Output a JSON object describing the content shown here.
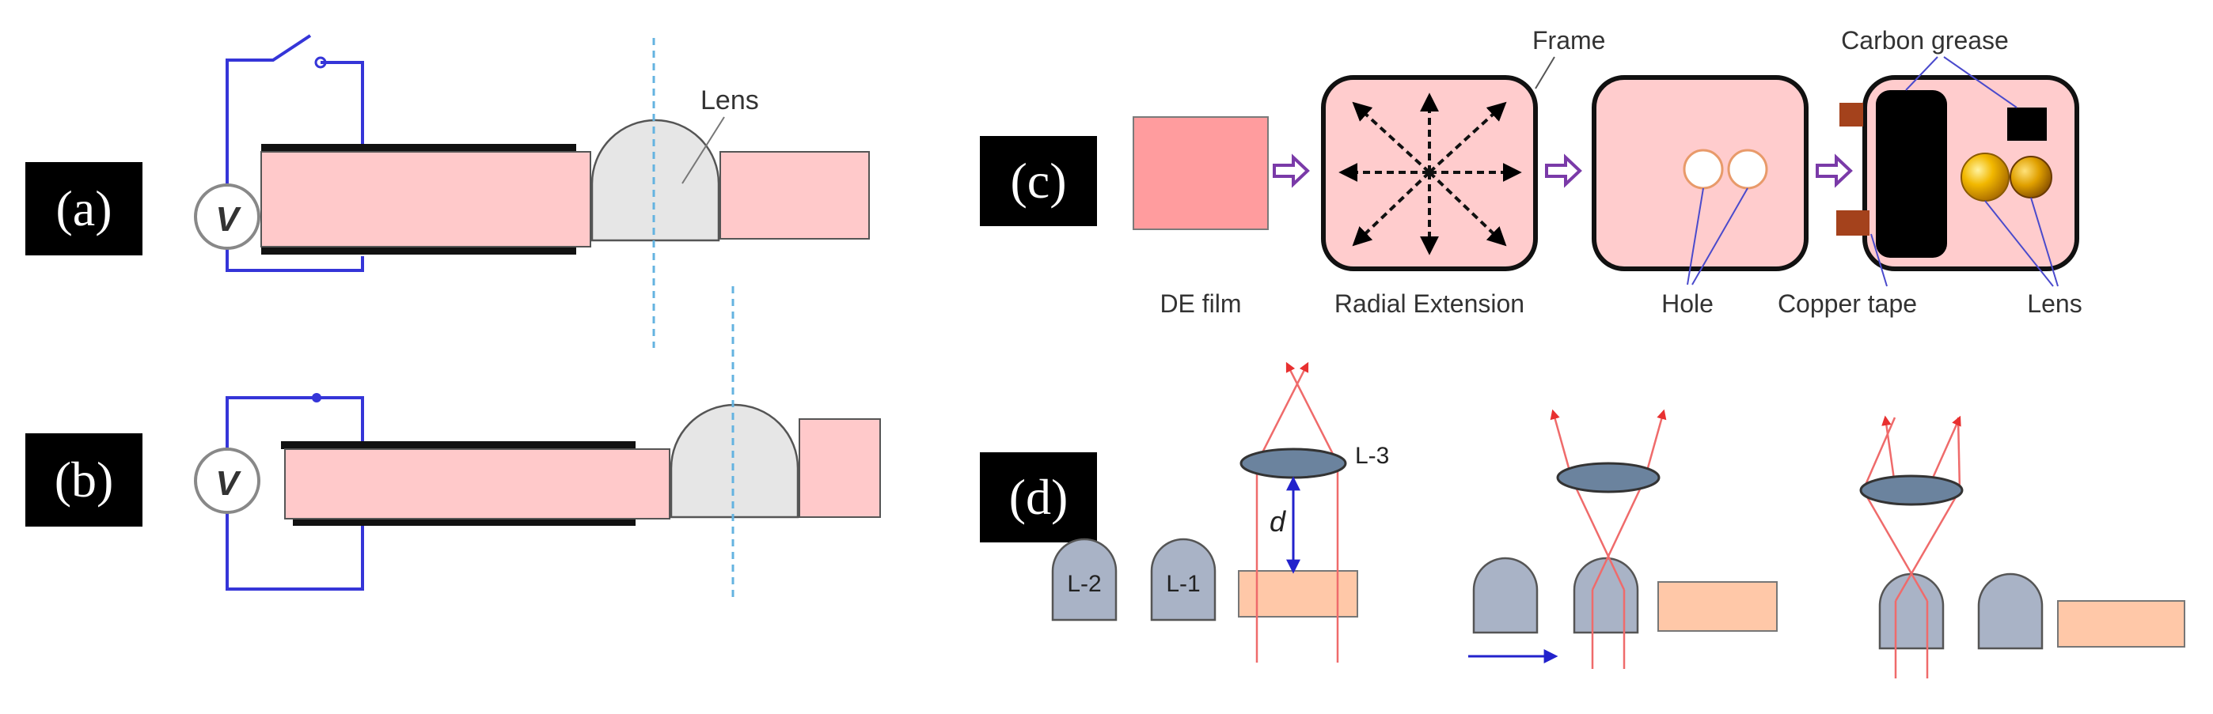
{
  "panels": {
    "a": {
      "tag": "(a)",
      "voltmeter": "V",
      "lens_label": "Lens"
    },
    "b": {
      "tag": "(b)",
      "voltmeter": "V"
    },
    "c": {
      "tag": "(c)",
      "frame_label": "Frame",
      "carbon_grease_label": "Carbon grease",
      "de_film_label": "DE film",
      "radial_extension_label": "Radial Extension",
      "hole_label": "Hole",
      "copper_tape_label": "Copper tape",
      "lens_label": "Lens"
    },
    "d": {
      "tag": "(d)",
      "lens3_label": "L-3",
      "lens2_label": "L-2",
      "lens1_label": "L-1",
      "distance_label": "d"
    }
  },
  "colors": {
    "film_pink": "#ffc9ca",
    "de_film": "#ff9c9e",
    "frame_pink": "#ffcccd",
    "lens_gray": "#e6e6e6",
    "wire_blue": "#3535d8",
    "dashed_blue": "#64b3e0",
    "arrow_purple": "#7a3aa8",
    "copper": "#a4421c",
    "gold": "#e8a800",
    "peach": "#ffc8a8",
    "slate_lens": "#a9b3c6",
    "ray_red": "#ef6b6b"
  }
}
